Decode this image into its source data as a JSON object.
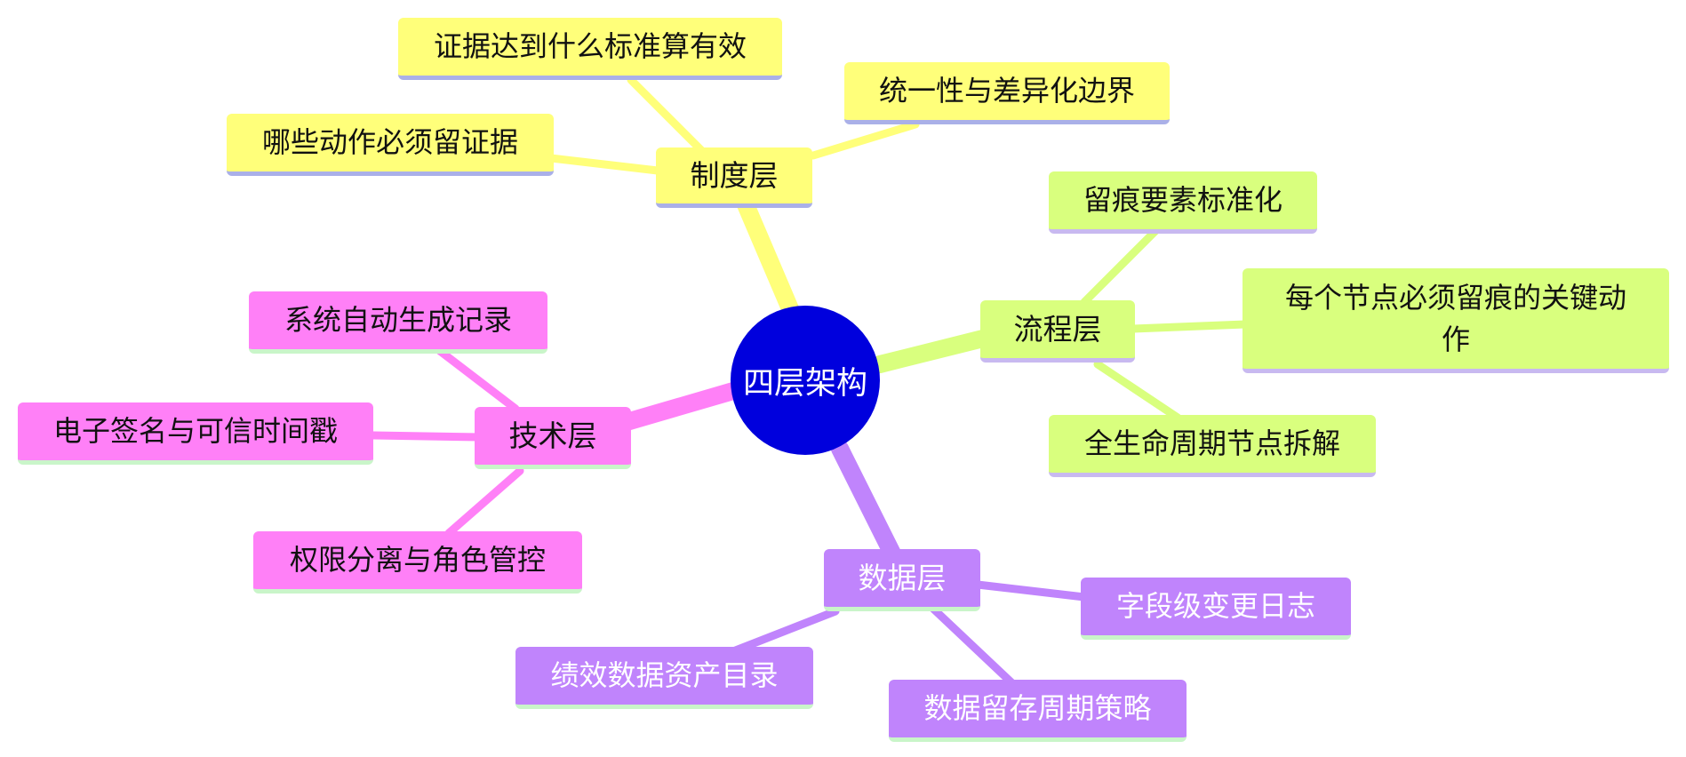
{
  "root": {
    "label": "四层架构"
  },
  "branches": [
    {
      "label": "制度层",
      "leaves": [
        "证据达到什么标准算有效",
        "统一性与差异化边界",
        "哪些动作必须留证据"
      ]
    },
    {
      "label": "流程层",
      "leaves": [
        "留痕要素标准化",
        "每个节点必须留痕的关键动作",
        "全生命周期节点拆解"
      ]
    },
    {
      "label": "数据层",
      "leaves": [
        "字段级变更日志",
        "数据留存周期策略",
        "绩效数据资产目录"
      ]
    },
    {
      "label": "技术层",
      "leaves": [
        "系统自动生成记录",
        "电子签名与可信时间戳",
        "权限分离与角色管控"
      ]
    }
  ],
  "colors": {
    "root": "#0000dd",
    "institution": "#ffff7a",
    "process": "#d9ff7e",
    "data": "#c084fc",
    "technology": "#ff80f7"
  }
}
